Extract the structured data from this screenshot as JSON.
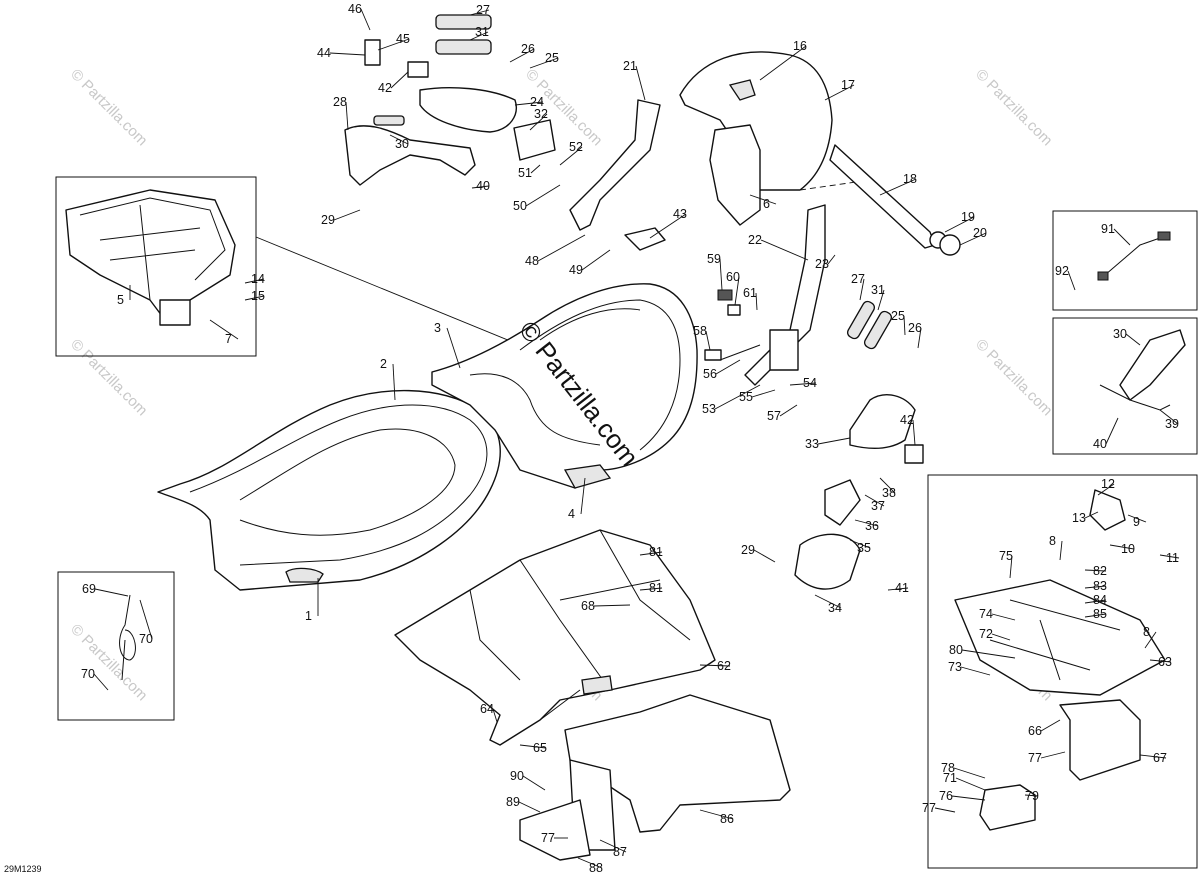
{
  "diagram": {
    "code": "29M1239",
    "watermark": "© Partzilla.com",
    "watermark_center": "© Partzilla.com",
    "callouts": [
      "1",
      "2",
      "3",
      "4",
      "5",
      "6",
      "7",
      "8",
      "9",
      "10",
      "11",
      "12",
      "13",
      "14",
      "15",
      "16",
      "17",
      "18",
      "19",
      "20",
      "21",
      "22",
      "23",
      "24",
      "25",
      "26",
      "27",
      "28",
      "29",
      "30",
      "31",
      "32",
      "33",
      "34",
      "35",
      "36",
      "37",
      "38",
      "39",
      "40",
      "41",
      "42",
      "43",
      "44",
      "45",
      "46",
      "48",
      "49",
      "50",
      "51",
      "52",
      "53",
      "54",
      "55",
      "56",
      "57",
      "58",
      "59",
      "60",
      "61",
      "62",
      "63",
      "64",
      "65",
      "66",
      "67",
      "68",
      "69",
      "70",
      "71",
      "72",
      "73",
      "74",
      "75",
      "76",
      "77",
      "78",
      "79",
      "80",
      "81",
      "82",
      "83",
      "84",
      "85",
      "86",
      "87",
      "88",
      "89",
      "90",
      "91",
      "92"
    ]
  }
}
